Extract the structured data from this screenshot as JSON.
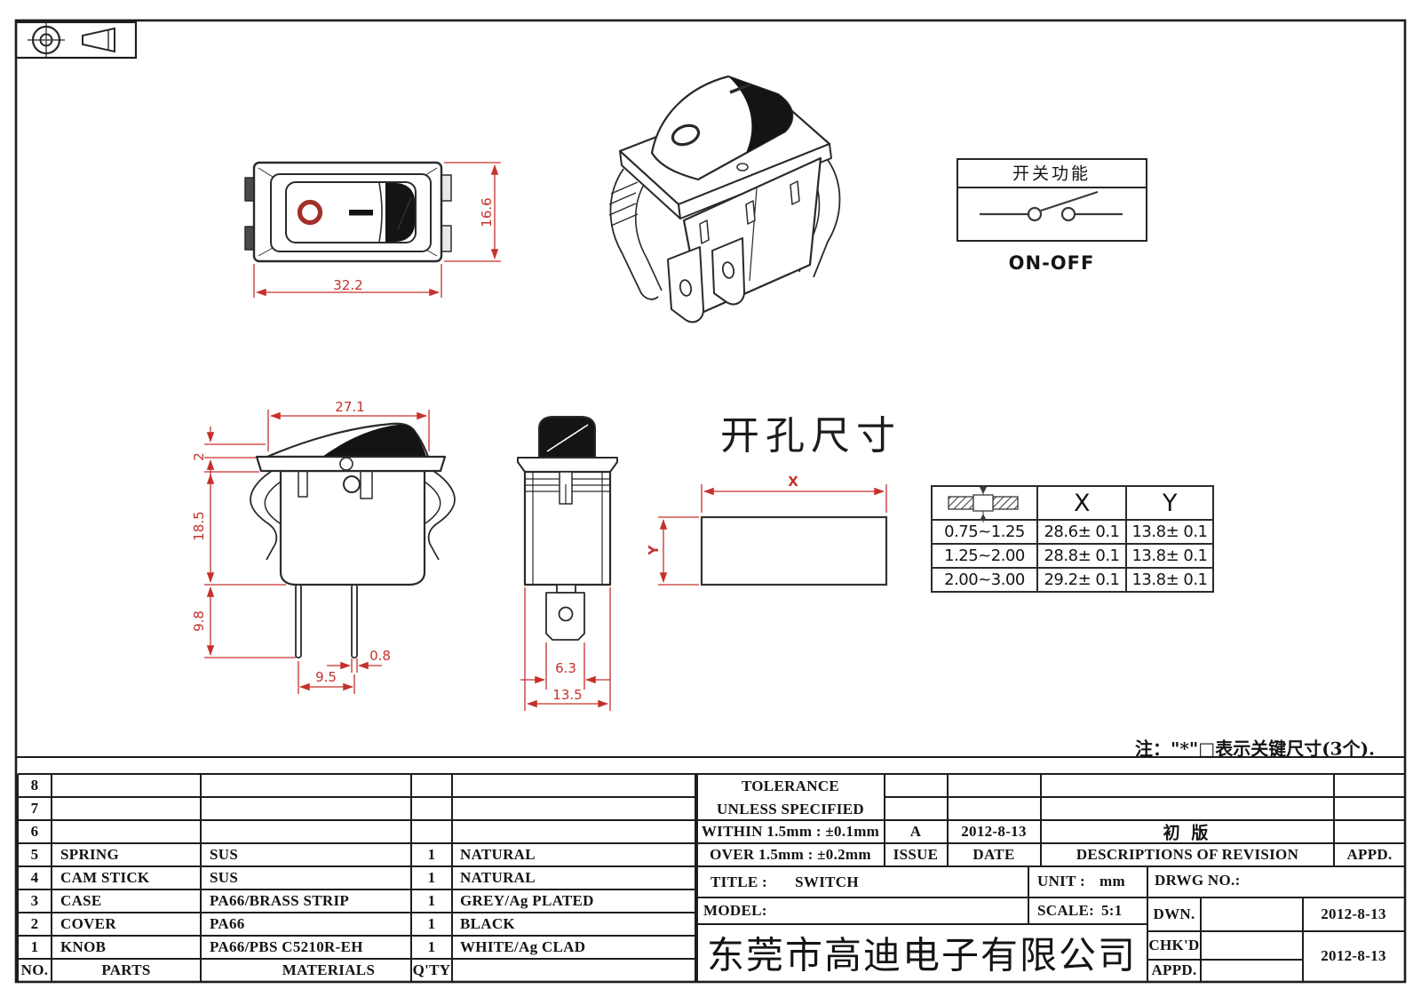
{
  "front_view": {
    "width_dim": "32.2",
    "height_dim": "16.6"
  },
  "side_view": {
    "top_width": "27.1",
    "lip_height": "2",
    "body_depth": "18.5",
    "pin_length": "9.8",
    "pin_width": "0.8",
    "pin_pitch": "9.5"
  },
  "end_view": {
    "terminal_width": "6.3",
    "body_width": "13.5"
  },
  "function_box": {
    "title": "开关功能",
    "mode": "ON-OFF"
  },
  "cutout": {
    "title": "开孔尺寸",
    "x_label": "X",
    "y_label": "Y"
  },
  "cutout_table": {
    "col_x": "X",
    "col_y": "Y",
    "rows": [
      {
        "t": "0.75~1.25",
        "x": "28.6± 0.1",
        "y": "13.8± 0.1"
      },
      {
        "t": "1.25~2.00",
        "x": "28.8± 0.1",
        "y": "13.8± 0.1"
      },
      {
        "t": "2.00~3.00",
        "x": "29.2± 0.1",
        "y": "13.8± 0.1"
      }
    ]
  },
  "note": "注：\"*\"□表示关键尺寸(3个).",
  "parts_table": {
    "header": {
      "no": "NO.",
      "parts": "PARTS",
      "materials": "MATERIALS",
      "qty": "Q'TY"
    },
    "rows": [
      {
        "no": "8",
        "part": "",
        "material": "",
        "qty": "",
        "finish": ""
      },
      {
        "no": "7",
        "part": "",
        "material": "",
        "qty": "",
        "finish": ""
      },
      {
        "no": "6",
        "part": "",
        "material": "",
        "qty": "",
        "finish": ""
      },
      {
        "no": "5",
        "part": "SPRING",
        "material": "SUS",
        "qty": "1",
        "finish": "NATURAL"
      },
      {
        "no": "4",
        "part": "CAM STICK",
        "material": "SUS",
        "qty": "1",
        "finish": "NATURAL"
      },
      {
        "no": "3",
        "part": "CASE",
        "material": "PA66/BRASS STRIP",
        "qty": "1",
        "finish": "GREY/Ag PLATED"
      },
      {
        "no": "2",
        "part": "COVER",
        "material": "PA66",
        "qty": "1",
        "finish": "BLACK"
      },
      {
        "no": "1",
        "part": "KNOB",
        "material": "PA66/PBS C5210R-EH",
        "qty": "1",
        "finish": "WHITE/Ag CLAD"
      }
    ]
  },
  "title_block": {
    "tolerance1": "TOLERANCE",
    "tolerance2": "UNLESS SPECIFIED",
    "within": "WITHIN 1.5mm : ±0.1mm",
    "over": "OVER 1.5mm : ±0.2mm",
    "issue_value": "A",
    "issue_label": "ISSUE",
    "date_value": "2012-8-13",
    "date_label": "DATE",
    "revision_value": "初 版",
    "revision_label": "DESCRIPTIONS OF REVISION",
    "appd_col_label": "APPD.",
    "title_label": "TITLE :",
    "title_value": "SWITCH",
    "unit_label": "UNIT :",
    "unit_value": "mm",
    "model_label": "MODEL:",
    "scale_label": "SCALE:",
    "scale_value": "5:1",
    "drwg_label": "DRWG NO.:",
    "dwn_label": "DWN.",
    "dwn_date": "2012-8-13",
    "chkd_label": "CHK'D",
    "chkd_date": "2012-8-13",
    "appd_label": "APPD.",
    "company": "东莞市高迪电子有限公司"
  },
  "colors": {
    "line": "#2a2a2a",
    "dim_red": "#c5312b",
    "black_fill": "#141414",
    "ring_red": "#a03028"
  }
}
